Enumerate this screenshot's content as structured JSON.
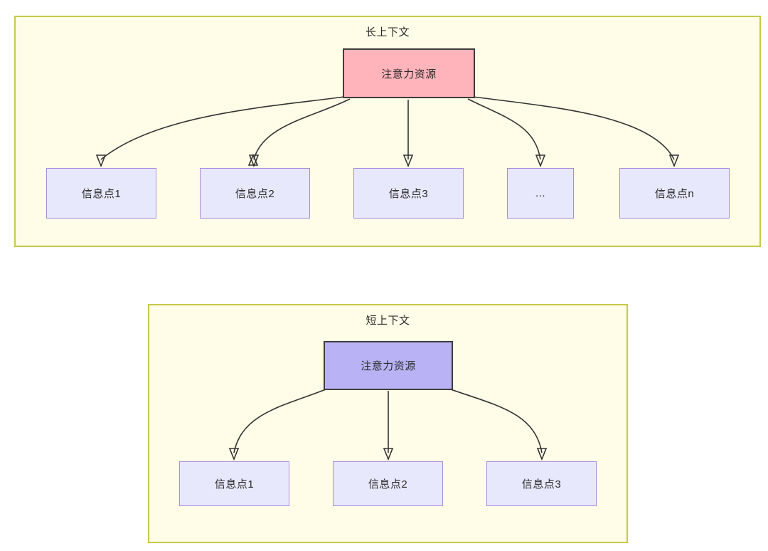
{
  "diagram": {
    "type": "concept-diagram",
    "panels": [
      {
        "id": "long-context",
        "title": "长上下文",
        "root": {
          "label": "注意力资源",
          "fill": "#ffb3ba",
          "stroke": "#3d3d3d"
        },
        "leaves": [
          {
            "label": "信息点1"
          },
          {
            "label": "信息点2"
          },
          {
            "label": "信息点3"
          },
          {
            "label": "..."
          },
          {
            "label": "信息点n"
          }
        ]
      },
      {
        "id": "short-context",
        "title": "短上下文",
        "root": {
          "label": "注意力资源",
          "fill": "#b9b3f5",
          "stroke": "#3d3d3d"
        },
        "leaves": [
          {
            "label": "信息点1"
          },
          {
            "label": "信息点2"
          },
          {
            "label": "信息点3"
          }
        ]
      }
    ],
    "colors": {
      "panel_fill": "#fffde7",
      "panel_border": "#c8c84a",
      "leaf_fill": "#e8e8fc",
      "leaf_border": "#a98ae0",
      "edge": "#333333",
      "text": "#2b2b2b"
    }
  }
}
